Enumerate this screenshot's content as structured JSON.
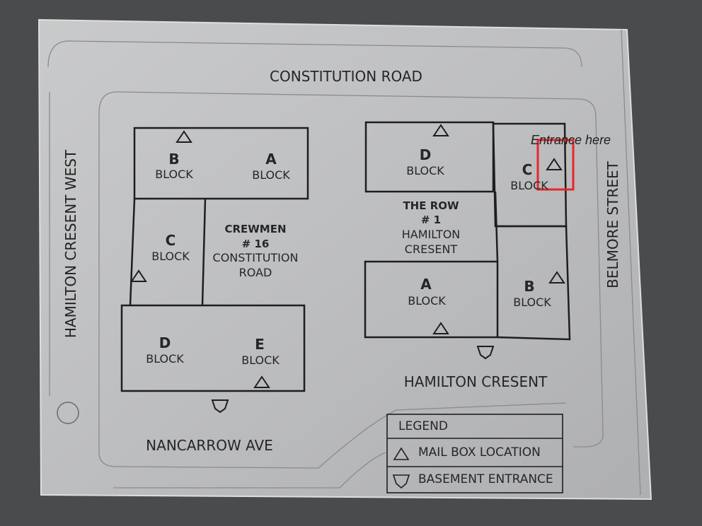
{
  "roads": {
    "north": "CONSTITUTION ROAD",
    "west": "HAMILTON CRESENT WEST",
    "east": "BELMORE STREET",
    "south_right": "HAMILTON CRESENT",
    "south_left": "NANCARROW AVE"
  },
  "left_complex": {
    "name": [
      "CREWMEN",
      "# 16",
      "CONSTITUTION",
      "ROAD"
    ],
    "blocks": [
      {
        "letter": "B",
        "label": "BLOCK"
      },
      {
        "letter": "A",
        "label": "BLOCK"
      },
      {
        "letter": "C",
        "label": "BLOCK"
      },
      {
        "letter": "D",
        "label": "BLOCK"
      },
      {
        "letter": "E",
        "label": "BLOCK"
      }
    ]
  },
  "right_complex": {
    "name": [
      "THE ROW",
      "# 1",
      "HAMILTON",
      "CRESENT"
    ],
    "blocks": [
      {
        "letter": "D",
        "label": "BLOCK"
      },
      {
        "letter": "C",
        "label": "BLOCK"
      },
      {
        "letter": "A",
        "label": "BLOCK"
      },
      {
        "letter": "B",
        "label": "BLOCK"
      }
    ]
  },
  "annotation": {
    "text": "Entrance here",
    "color": "#e8262b"
  },
  "legend": {
    "title": "LEGEND",
    "items": [
      {
        "icon": "triangle-icon",
        "label": "MAIL BOX LOCATION"
      },
      {
        "icon": "pentagon-icon",
        "label": "BASEMENT ENTRANCE"
      }
    ]
  }
}
